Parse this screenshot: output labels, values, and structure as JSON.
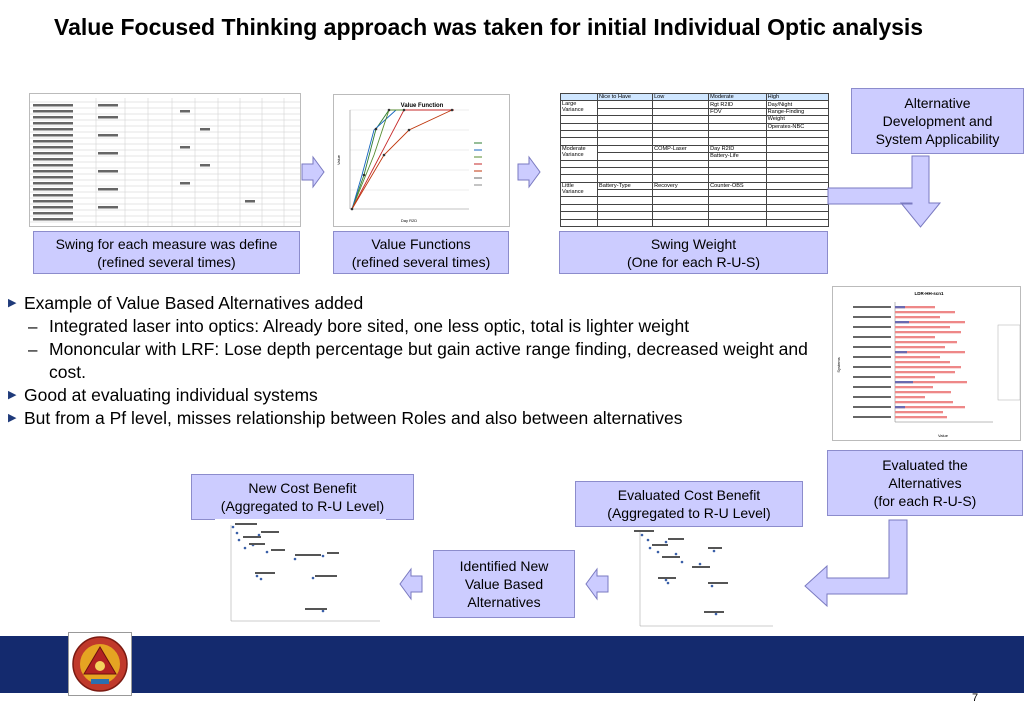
{
  "slide": {
    "title": "Value Focused Thinking approach was taken for initial Individual Optic analysis",
    "page_number": "7"
  },
  "callouts": {
    "swing_measure": "Swing for each measure was define\n(refined several times)",
    "value_functions": "Value Functions\n(refined several times)",
    "swing_weight": "Swing Weight\n(One for each R-U-S)",
    "alt_dev": "Alternative\nDevelopment and\nSystem Applicability",
    "evaluated_alts": "Evaluated the\nAlternatives\n(for each R-U-S)",
    "new_cost_benefit": "New Cost Benefit\n(Aggregated to R-U Level)",
    "eval_cost_benefit": "Evaluated Cost Benefit\n(Aggregated to R-U Level)",
    "identified_new": "Identified New\nValue Based\nAlternatives"
  },
  "bullets": [
    {
      "level": 1,
      "text": "Example of Value Based Alternatives added"
    },
    {
      "level": 2,
      "text": "Integrated laser into optics:  Already bore sited, one less optic, total is lighter weight"
    },
    {
      "level": 2,
      "text": "Mononcular with LRF:  Lose depth percentage but gain active range finding, decreased weight and cost."
    },
    {
      "level": 1,
      "text": "Good at evaluating individual systems"
    },
    {
      "level": 1,
      "text": "But from a Pf level, misses relationship between Roles and also between alternatives"
    }
  ],
  "swing_table": {
    "headers": [
      "Nice to Have",
      "Low",
      "Moderate",
      "High"
    ],
    "row_groups": [
      "Large\nVariance",
      "Moderate\nVariance",
      "Little\nVariance"
    ],
    "cells": {
      "large_moderate": "Rgt R2ID",
      "large_moderate2": "FOV",
      "large_high": [
        "Day/Night",
        "Range-Finding",
        "Weight",
        "Operates-NBC"
      ],
      "moderate_low": "COMP-Laser",
      "moderate_moderate": [
        "Day R2ID",
        "Battery-Life"
      ],
      "little_nice": "Battery-Type",
      "little_low": "Recovery",
      "little_moderate": "Counter-OBS"
    }
  },
  "value_function_chart": {
    "title": "Value Function",
    "xlabel": "Day R2D",
    "ylabel": "Value"
  },
  "evaluated_chart": {
    "title": "LDR-HH-scn1",
    "xlabel": "Value",
    "ylabel": "Systems"
  }
}
